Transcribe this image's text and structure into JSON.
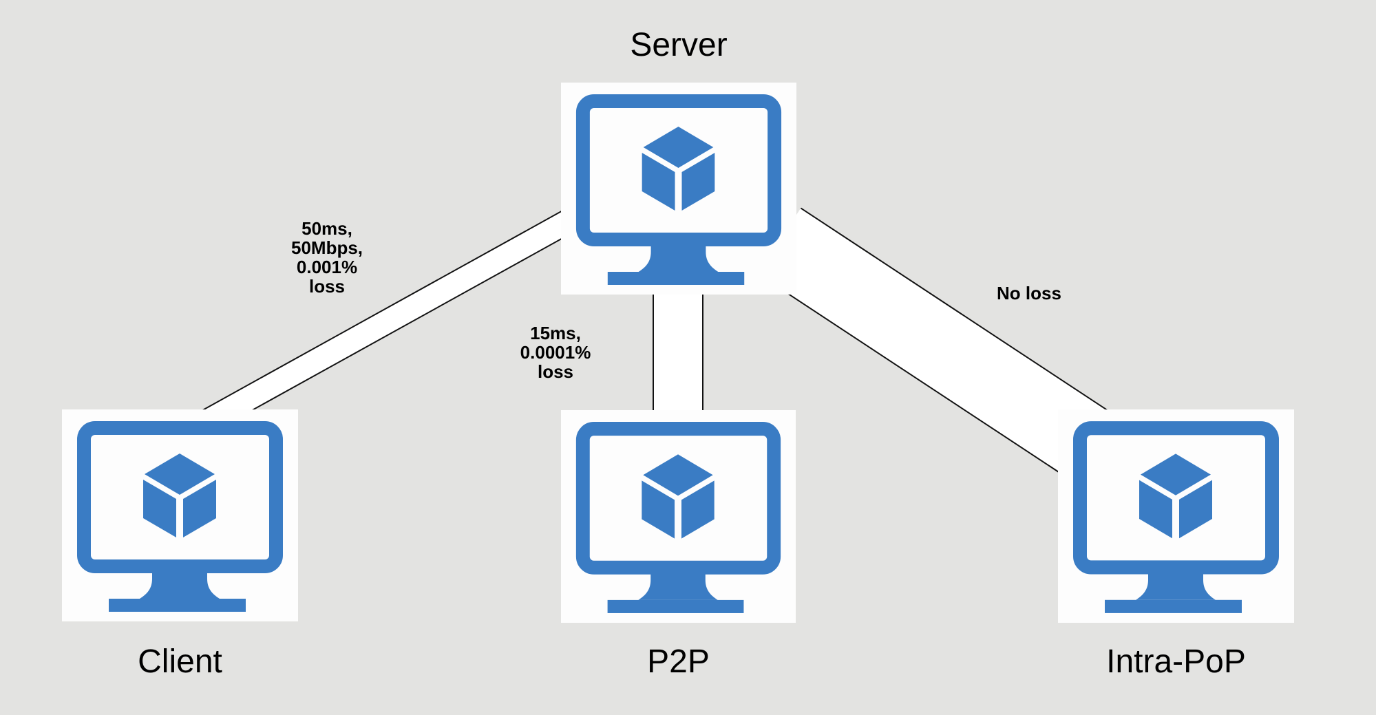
{
  "diagram": {
    "background_color": "#e3e3e1",
    "node_icon_color": "#3a7cc4",
    "node_box_color": "#fdfdfd",
    "link_fill_color": "#ffffff",
    "link_edge_color": "#121212",
    "nodes": [
      {
        "id": "server",
        "label": "Server"
      },
      {
        "id": "client",
        "label": "Client"
      },
      {
        "id": "p2p",
        "label": "P2P"
      },
      {
        "id": "intra-pop",
        "label": "Intra-PoP"
      }
    ],
    "links": [
      {
        "from": "server",
        "to": "client",
        "label": "50ms,\n50Mbps,\n0.001%\nloss"
      },
      {
        "from": "server",
        "to": "p2p",
        "label": "15ms,\n0.0001%\nloss"
      },
      {
        "from": "server",
        "to": "intra-pop",
        "label": "No loss"
      }
    ]
  }
}
